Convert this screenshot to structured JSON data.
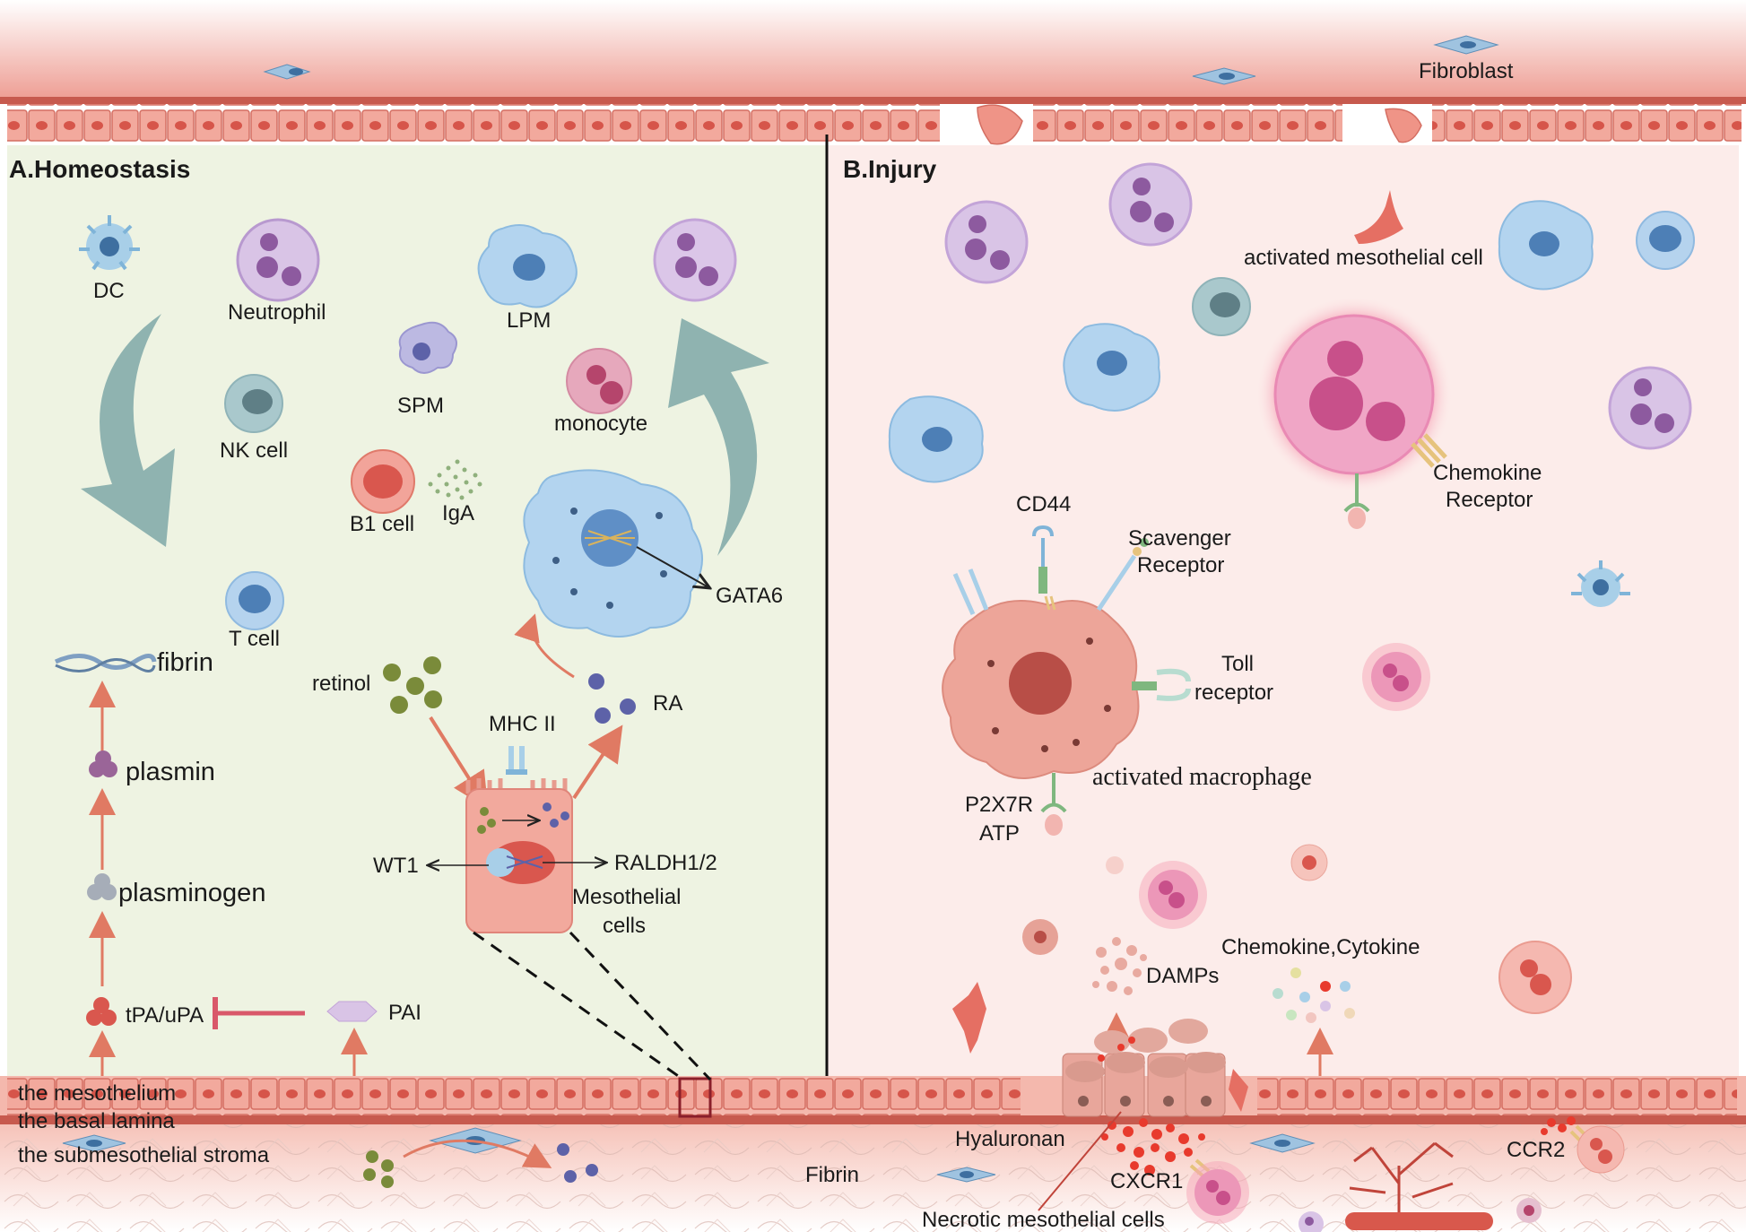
{
  "panels": {
    "homeostasis_title": "A.Homeostasis",
    "injury_title": "B.Injury"
  },
  "top": {
    "fibroblast": "Fibroblast"
  },
  "homeostasis": {
    "dc": "DC",
    "neutrophil": "Neutrophil",
    "nk_cell": "NK cell",
    "t_cell": "T cell",
    "spm": "SPM",
    "lpm": "LPM",
    "monocyte": "monocyte",
    "b1_cell": "B1 cell",
    "iga": "IgA",
    "gata6": "GATA6",
    "fibrin": "fibrin",
    "plasmin": "plasmin",
    "plasminogen": "plasminogen",
    "tpa_upa": "tPA/uPA",
    "pai": "PAI",
    "retinol": "retinol",
    "ra": "RA",
    "mhc_ii": "MHC II",
    "wt1": "WT1",
    "raldh": "RALDH1/2",
    "mesothelial_cells_1": "Mesothelial",
    "mesothelial_cells_2": "cells"
  },
  "injury": {
    "activated_mesothelial_cell": "activated mesothelial cell",
    "chemokine_receptor_1": "Chemokine",
    "chemokine_receptor_2": "Receptor",
    "cd44": "CD44",
    "scavenger_receptor_1": "Scavenger",
    "scavenger_receptor_2": "Receptor",
    "toll_receptor_1": "Toll",
    "toll_receptor_2": "receptor",
    "activated_macrophage": "activated macrophage",
    "p2x7r": "P2X7R",
    "atp": "ATP",
    "damps": "DAMPs",
    "chemokine_cytokine": "Chemokine,Cytokine",
    "hyaluronan": "Hyaluronan",
    "cxcr1": "CXCR1",
    "ccr2": "CCR2",
    "necrotic_mesothelial_cells": "Necrotic mesothelial cells"
  },
  "bottom": {
    "mesothelium": "the mesothelium",
    "basal_lamina": "the basal lamina",
    "submesothelial_stroma": "the submesothelial stroma",
    "fibrin": "Fibrin"
  },
  "colors": {
    "homeostasis_bg": "#eef3e2",
    "injury_bg": "#fcecea",
    "tissue": "#e8877a",
    "arrow_teal": "#8fb3b0",
    "arrow_salmon": "#e07a63"
  }
}
